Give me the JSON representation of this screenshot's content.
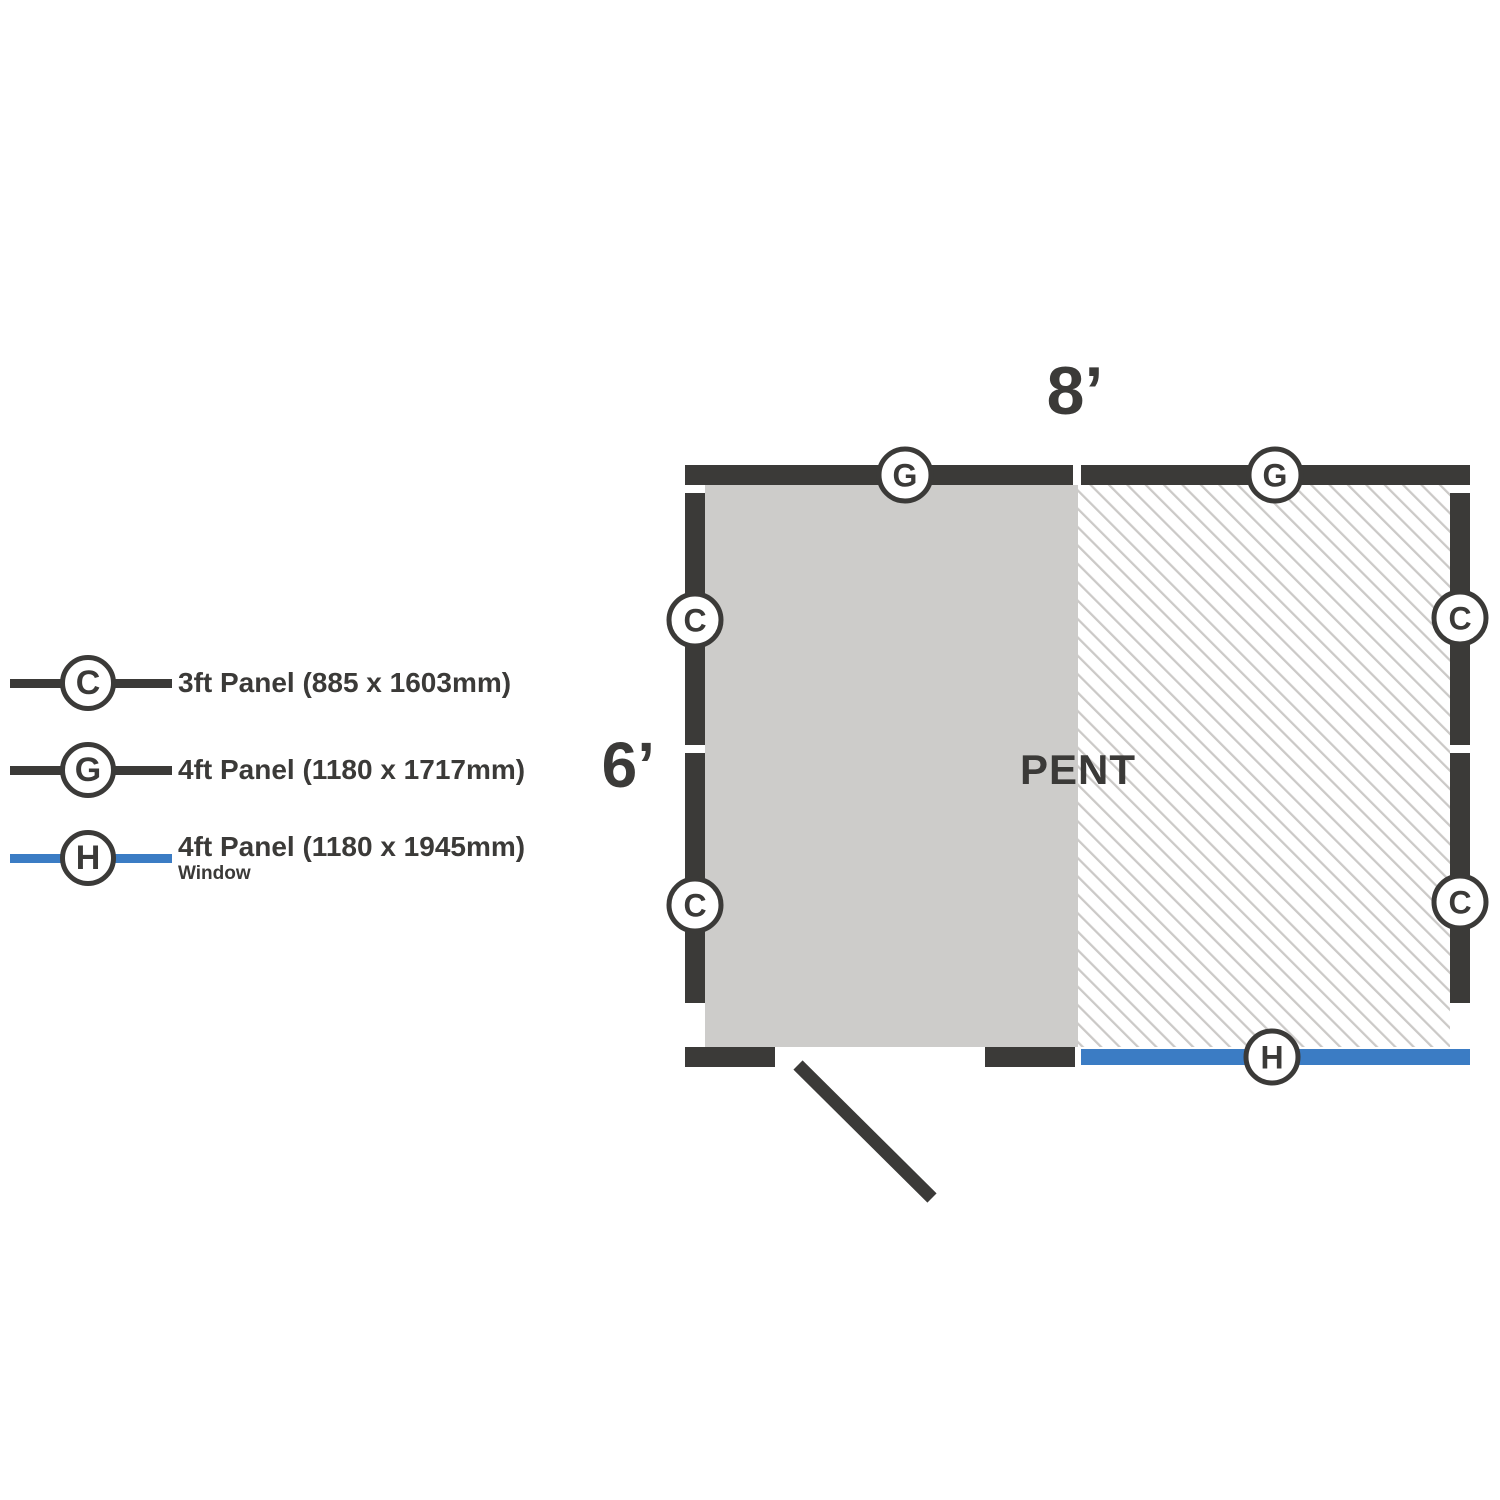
{
  "legend": {
    "items": [
      {
        "letter": "C",
        "label": "3ft Panel (885 x 1603mm)",
        "sub": ""
      },
      {
        "letter": "G",
        "label": "4ft Panel (1180 x 1717mm)",
        "sub": ""
      },
      {
        "letter": "H",
        "label": "4ft Panel (1180 x 1945mm)",
        "sub": "Window"
      }
    ]
  },
  "plan": {
    "width_label": "8’",
    "height_label": "6’",
    "roof_label": "PENT",
    "markers": {
      "top": [
        "G",
        "G"
      ],
      "left": [
        "C",
        "C"
      ],
      "right": [
        "C",
        "C"
      ],
      "bottom": [
        "H"
      ]
    }
  },
  "colors": {
    "wall_dark": "#3b3a38",
    "panel_gray": "#cdccca",
    "hatch_gray": "#cbc9c7",
    "window_blue": "#3b7cc4"
  }
}
